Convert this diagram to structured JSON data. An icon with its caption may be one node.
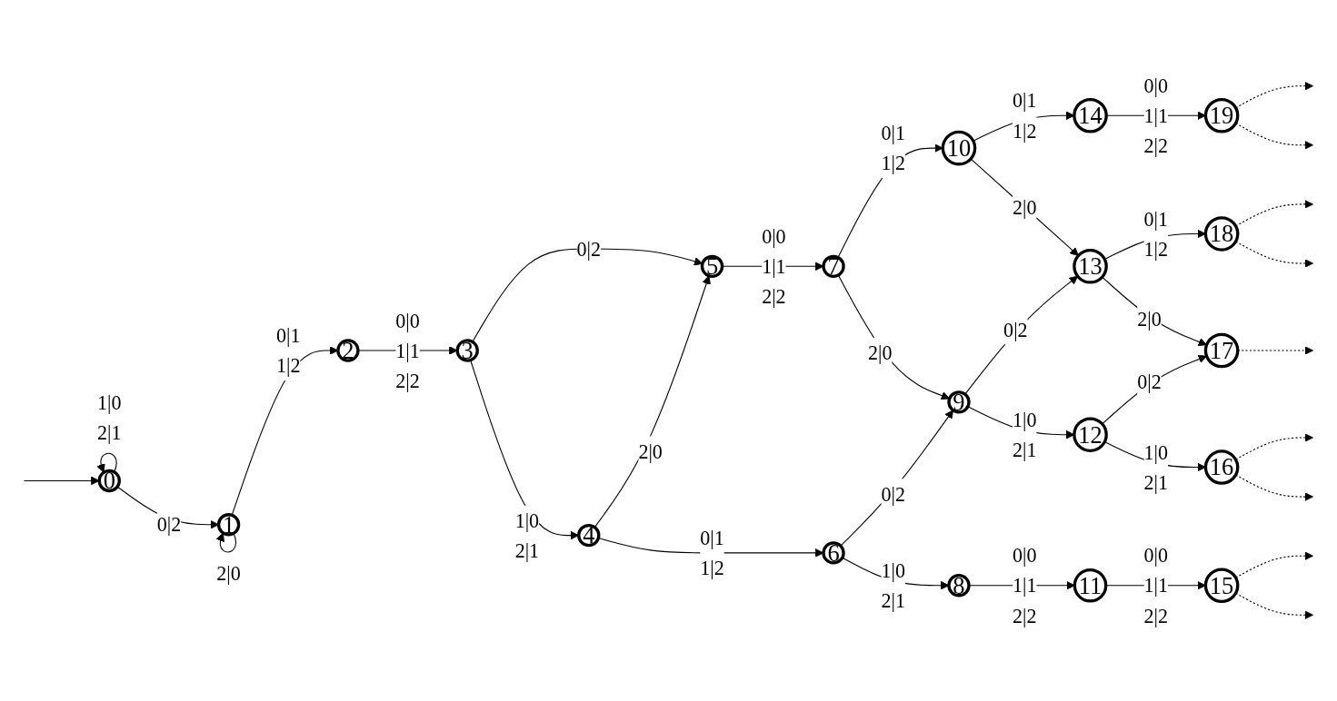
{
  "diagram": {
    "nodes": [
      {
        "text": [
          "0"
        ]
      },
      {
        "text": [
          "1"
        ]
      },
      {
        "text": [
          "2"
        ]
      },
      {
        "text": [
          "3"
        ]
      },
      {
        "text": [
          "4"
        ]
      },
      {
        "text": [
          "5"
        ]
      },
      {
        "text": [
          "6"
        ]
      },
      {
        "text": [
          "7"
        ]
      },
      {
        "text": [
          "8"
        ]
      },
      {
        "text": [
          "9"
        ]
      },
      {
        "text": [
          "10"
        ]
      },
      {
        "text": [
          "11"
        ]
      },
      {
        "text": [
          "12"
        ]
      },
      {
        "text": [
          "13"
        ]
      },
      {
        "text": [
          "14"
        ]
      },
      {
        "text": [
          "15"
        ]
      },
      {
        "text": [
          "16"
        ]
      },
      {
        "text": [
          "17"
        ]
      },
      {
        "text": [
          "18"
        ]
      },
      {
        "text": [
          "19"
        ]
      }
    ],
    "edges": [
      {
        "from": null,
        "to": 0,
        "arrow": "to"
      },
      {
        "from": 0,
        "to": 0,
        "label": "1|0 2|1",
        "arrow": "to"
      },
      {
        "from": 0,
        "to": 1,
        "label": "0|2",
        "arrow": "to"
      },
      {
        "from": 1,
        "to": 1,
        "label": "2|0",
        "arrow": "to"
      },
      {
        "from": 1,
        "to": 2,
        "label": "0|1 1|2",
        "arrow": "to"
      },
      {
        "from": 2,
        "to": 3,
        "label": "0|0 1|1 2|2",
        "arrow": "to"
      },
      {
        "from": 3,
        "to": 5,
        "label": "0|2",
        "arrow": "to"
      },
      {
        "from": 3,
        "to": 4,
        "label": "1|0 2|1",
        "arrow": "to"
      },
      {
        "from": 4,
        "to": 5,
        "label": "2|0",
        "arrow": "to"
      },
      {
        "from": 4,
        "to": 6,
        "label": "0|1 1|2",
        "arrow": "to"
      },
      {
        "from": 5,
        "to": 7,
        "label": "0|0 1|1 2|2",
        "arrow": "to"
      },
      {
        "from": 7,
        "to": 10,
        "label": "0|1 1|2",
        "arrow": "to"
      },
      {
        "from": 7,
        "to": 9,
        "label": "2|0",
        "arrow": "to"
      },
      {
        "from": 6,
        "to": 9,
        "label": "0|2",
        "arrow": "to"
      },
      {
        "from": 6,
        "to": 8,
        "label": "1|0 2|1",
        "arrow": "to"
      },
      {
        "from": 10,
        "to": 14,
        "label": "0|1 1|2",
        "arrow": "to"
      },
      {
        "from": 10,
        "to": 13,
        "label": "2|0",
        "arrow": "to"
      },
      {
        "from": 9,
        "to": 13,
        "label": "0|2",
        "arrow": "to"
      },
      {
        "from": 9,
        "to": 12,
        "label": "1|0 2|1",
        "arrow": "to"
      },
      {
        "from": 8,
        "to": 11,
        "label": "0|0 1|1 2|2",
        "arrow": "to"
      },
      {
        "from": 14,
        "to": 19,
        "label": "0|0 1|1 2|2",
        "arrow": "to"
      },
      {
        "from": 13,
        "to": 18,
        "label": "0|1 1|2",
        "arrow": "to"
      },
      {
        "from": 13,
        "to": 17,
        "label": "2|0",
        "arrow": "to"
      },
      {
        "from": 12,
        "to": 17,
        "label": "0|2",
        "arrow": "to"
      },
      {
        "from": 12,
        "to": 16,
        "label": "1|0 2|1",
        "arrow": "to"
      },
      {
        "from": 11,
        "to": 15,
        "label": "0|0 1|1 2|2",
        "arrow": "to"
      },
      {
        "from": 19,
        "to": null,
        "arrow": "to",
        "style": "dashed"
      },
      {
        "from": 19,
        "to": null,
        "arrow": "to",
        "style": "dashed"
      },
      {
        "from": 18,
        "to": null,
        "arrow": "to",
        "style": "dashed"
      },
      {
        "from": 18,
        "to": null,
        "arrow": "to",
        "style": "dashed"
      },
      {
        "from": 17,
        "to": null,
        "arrow": "to",
        "style": "dashed"
      },
      {
        "from": 16,
        "to": null,
        "arrow": "to",
        "style": "dashed"
      },
      {
        "from": 16,
        "to": null,
        "arrow": "to",
        "style": "dashed"
      },
      {
        "from": 15,
        "to": null,
        "arrow": "to",
        "style": "dashed"
      },
      {
        "from": 15,
        "to": null,
        "arrow": "to",
        "style": "dashed"
      }
    ]
  }
}
